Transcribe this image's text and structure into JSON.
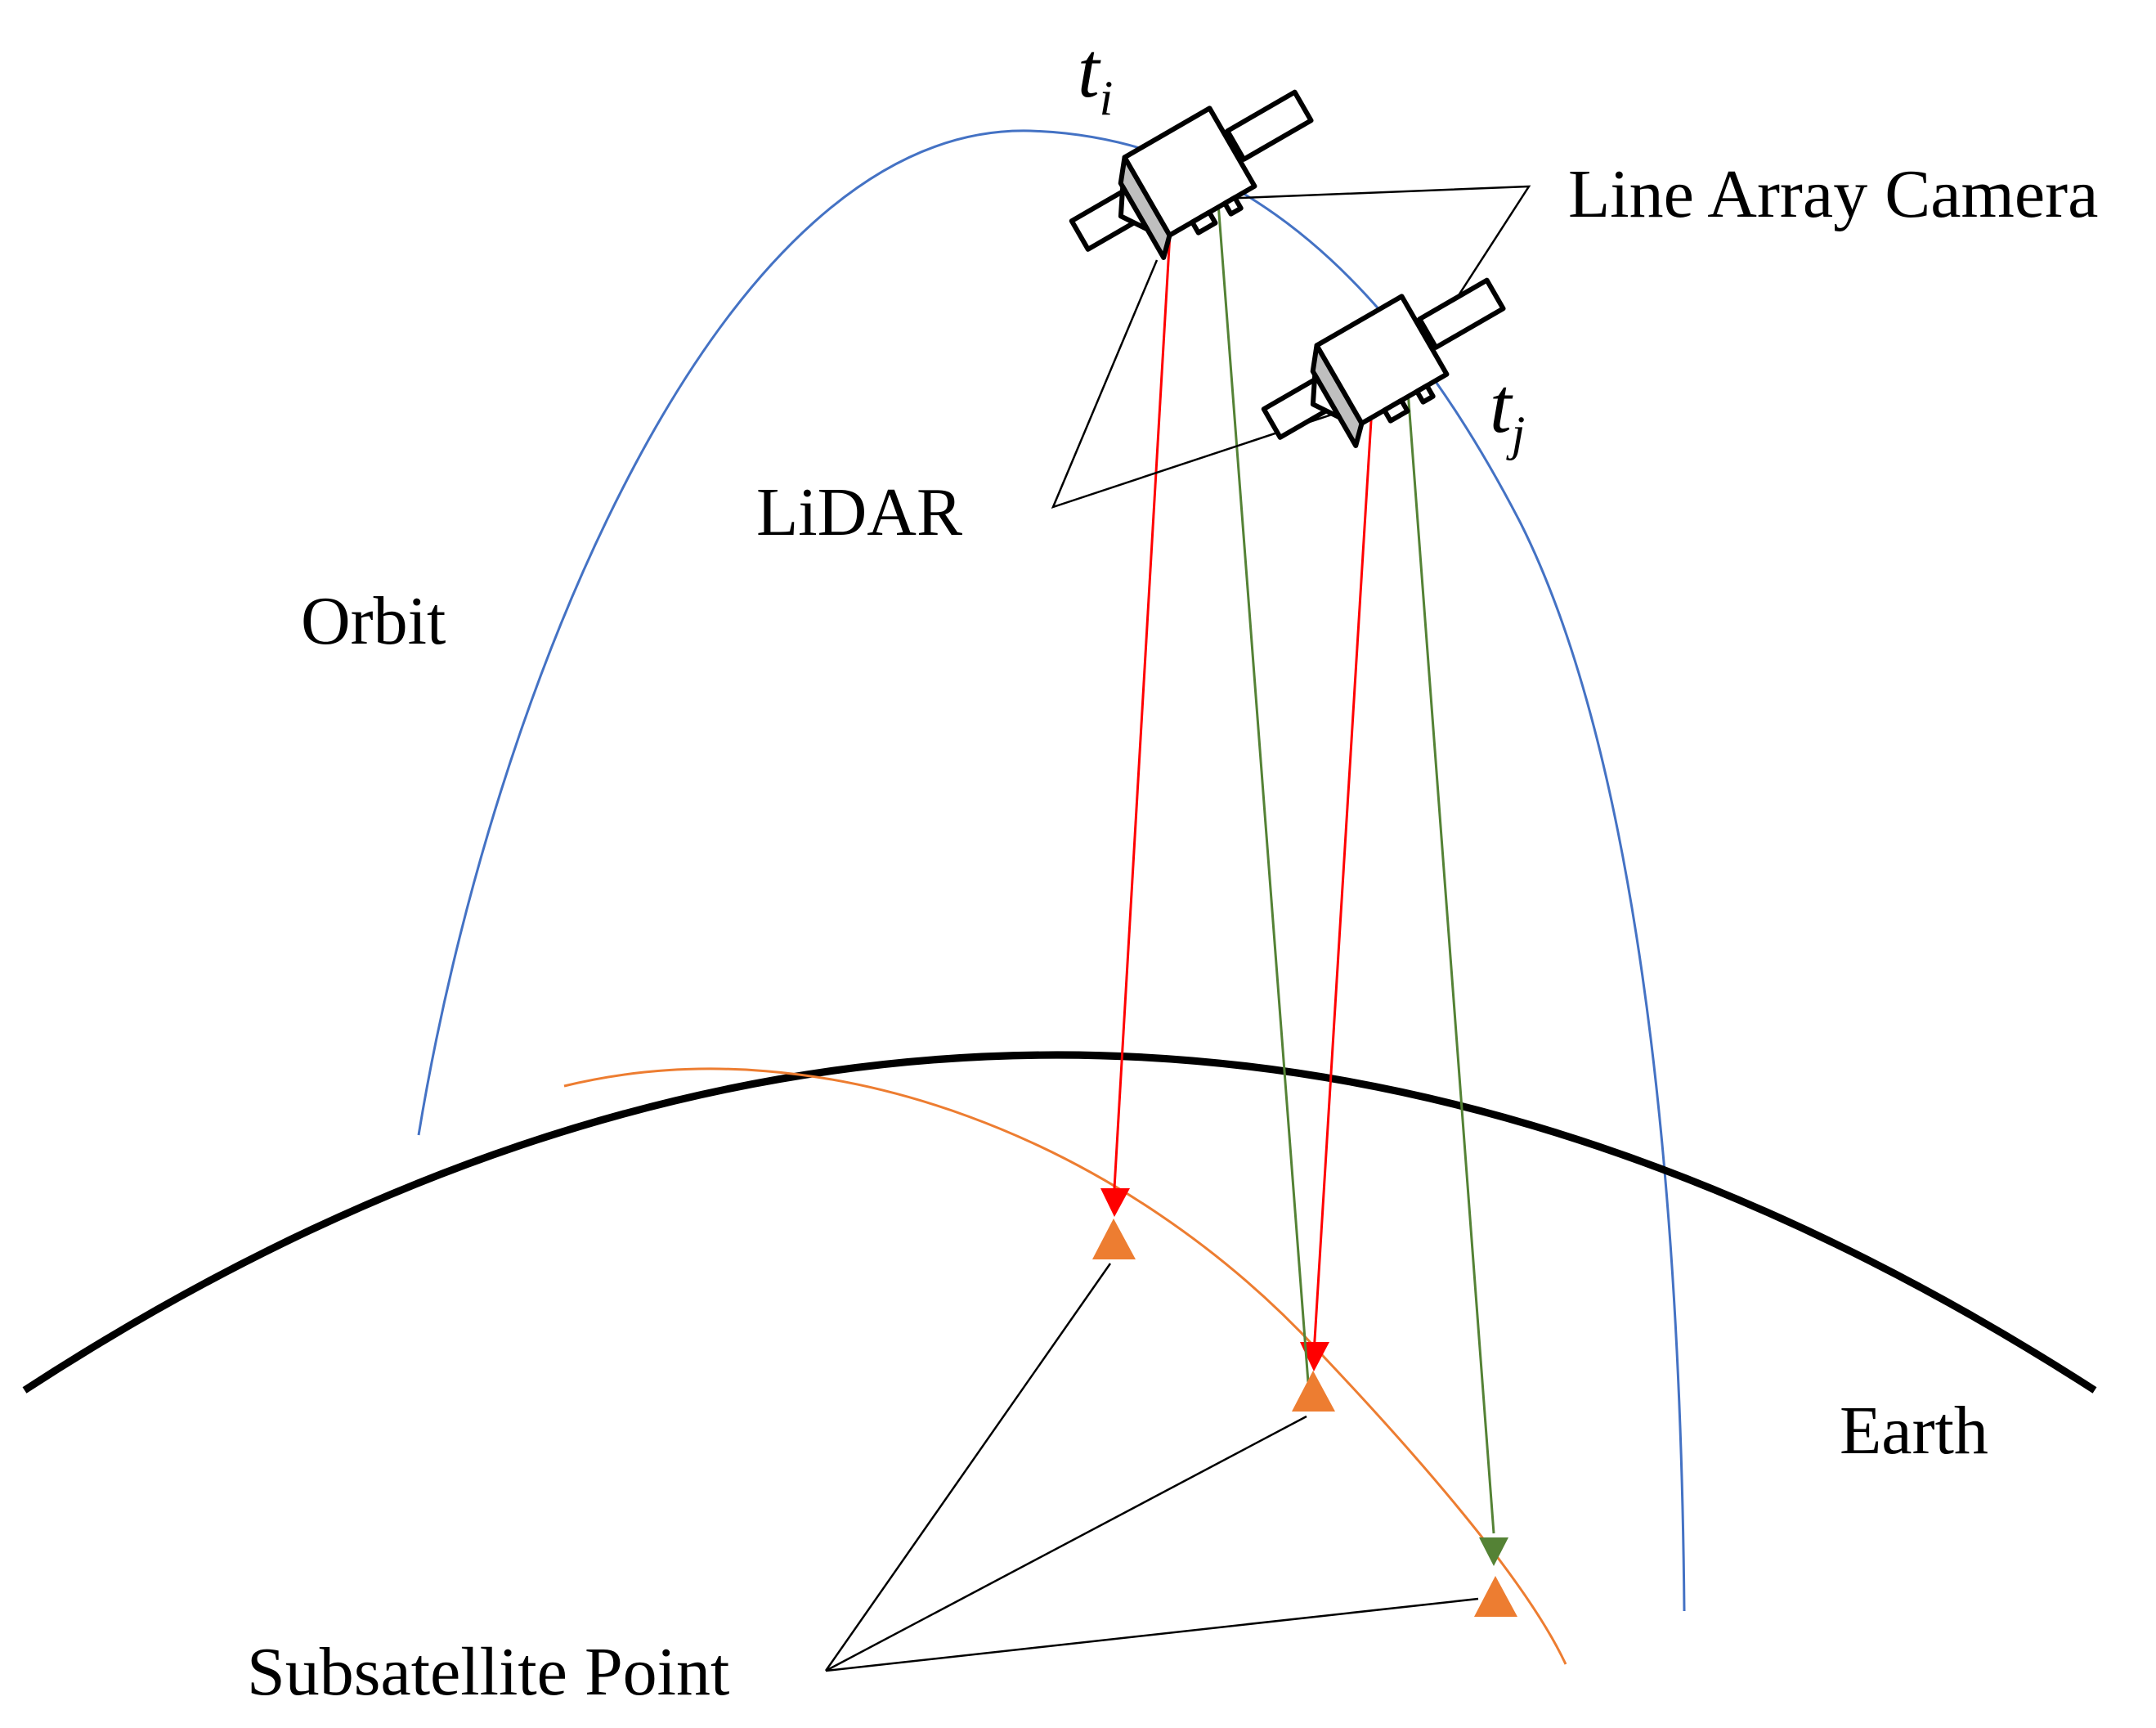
{
  "labels": {
    "line_array_camera": "Line Array Camera",
    "lidar": "LiDAR",
    "orbit": "Orbit",
    "earth": "Earth",
    "subsatellite_point": "Subsatellite Point",
    "time_i_main": "t",
    "time_i_sub": "i",
    "time_j_main": "t",
    "time_j_sub": "j"
  },
  "colors": {
    "orbit": "#4472C4",
    "earth": "#000000",
    "ground_track": "#ED7D31",
    "lidar_beam": "#FF0000",
    "camera_beam": "#548235",
    "subsatellite_marker": "#ED7D31",
    "satellite_side": "#BFBFBF"
  }
}
